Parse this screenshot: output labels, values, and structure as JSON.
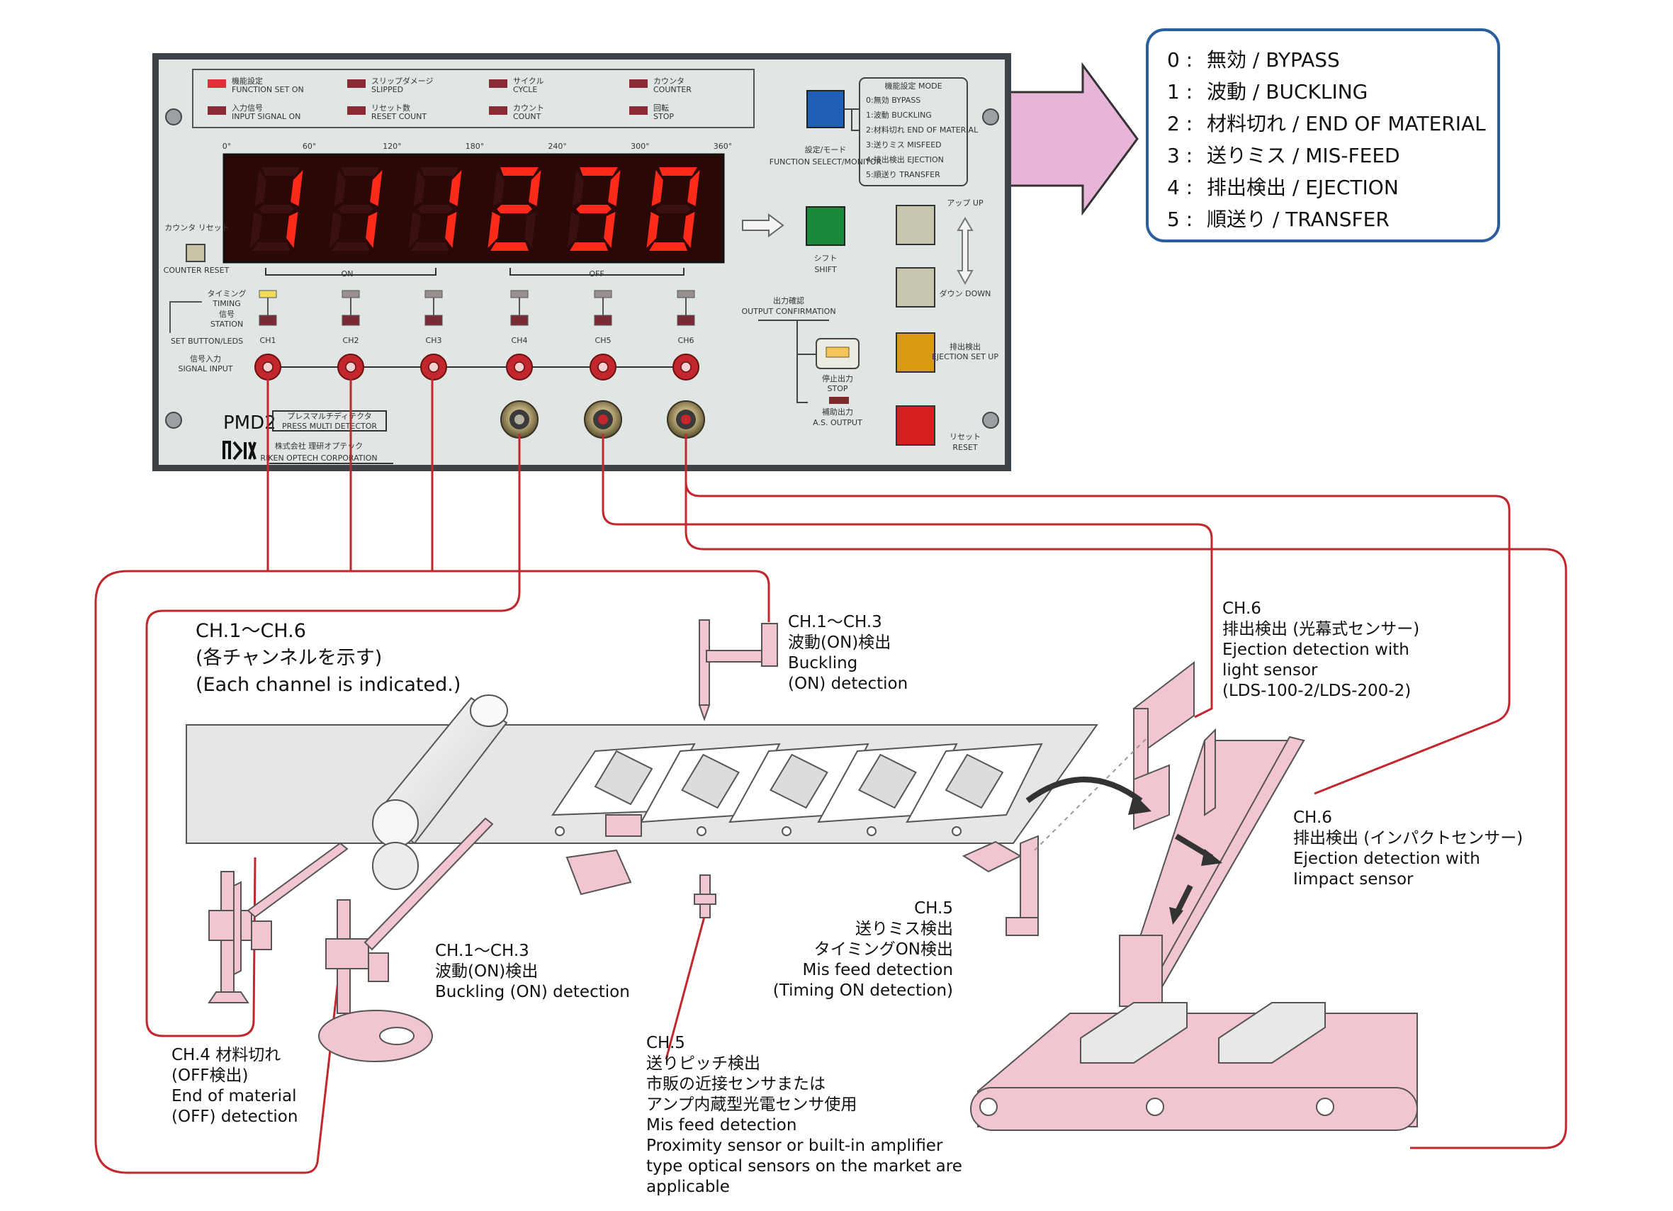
{
  "device": {
    "model": "PMD2",
    "model_subtitle_jp": "プレスマルチディテクタ",
    "model_subtitle_en": "PRESS MULTI DETECTOR",
    "maker_jp": "株式会社 理研オプテック",
    "maker_en": "RIKEN OPTECH CORPORATION",
    "display_digits": [
      "1",
      "1",
      "1",
      "2",
      "3",
      "0"
    ],
    "angle_ticks": [
      "0°",
      "60°",
      "120°",
      "180°",
      "240°",
      "300°",
      "360°"
    ],
    "on_label": "ON",
    "off_label": "OFF",
    "counter_reset_jp": "カウンタ リセット",
    "counter_reset_en": "COUNTER RESET",
    "timing_jp": "タイミング",
    "timing_en": "TIMING",
    "station_jp": "信号",
    "station_en": "STATION",
    "set_btn_label": "SET BUTTON/LEDS",
    "signal_input_jp": "信号入力",
    "signal_input_en": "SIGNAL INPUT",
    "channel_labels": [
      "CH1",
      "CH2",
      "CH3",
      "CH4",
      "CH5",
      "CH6"
    ],
    "indicators": [
      {
        "jp": "機能設定",
        "en": "FUNCTION SET ON"
      },
      {
        "jp": "入力信号",
        "en": "INPUT SIGNAL ON"
      },
      {
        "jp": "スリップダメージ",
        "en": "SLIPPED"
      },
      {
        "jp": "リセット数",
        "en": "RESET COUNT"
      },
      {
        "jp": "サイクル",
        "en": "CYCLE"
      },
      {
        "jp": "カウント",
        "en": "COUNT"
      },
      {
        "jp": "カウンタ",
        "en": "COUNTER"
      },
      {
        "jp": "回転",
        "en": "STOP"
      }
    ],
    "mode_box_title": "機能設定 MODE",
    "mode_box_lines": [
      "0:無効 BYPASS",
      "1:波動 BUCKLING",
      "2:材料切れ END OF MATERIAL",
      "3:送りミス MISFEED",
      "4:排出検出 EJECTION",
      "5:順送り TRANSFER"
    ],
    "function_select_jp": "設定/モード",
    "function_select_en": "FUNCTION SELECT/MONITOR",
    "shift_jp": "シフト",
    "shift_en": "SHIFT",
    "up_label": "アップ UP",
    "down_label": "ダウン DOWN",
    "output_confirm_jp": "出力確認",
    "output_confirm_en": "OUTPUT CONFIRMATION",
    "stop_jp": "停止出力",
    "stop_en": "STOP",
    "aux_output_jp": "補助出力",
    "aux_output_en": "A.S. OUTPUT",
    "ejection_setup_jp": "排出検出",
    "ejection_setup_en": "EJECTION SET UP",
    "reset_jp": "リセット",
    "reset_en": "RESET"
  },
  "legend": [
    {
      "num": "0 :",
      "text": "無効 / BYPASS"
    },
    {
      "num": "1 :",
      "text": "波動 / BUCKLING"
    },
    {
      "num": "2 :",
      "text": "材料切れ / END OF MATERIAL"
    },
    {
      "num": "3 :",
      "text": "送りミス / MIS-FEED"
    },
    {
      "num": "4 :",
      "text": "排出検出 / EJECTION"
    },
    {
      "num": "5 :",
      "text": "順送り / TRANSFER"
    }
  ],
  "callouts": {
    "all_channels": [
      "CH.1〜CH.6",
      "(各チャンネルを示す)",
      "(Each channel is indicated.)"
    ],
    "buckling_top": [
      "CH.1〜CH.3",
      "波動(ON)検出",
      "Buckling",
      "(ON) detection"
    ],
    "ch6_light": [
      "CH.6",
      "排出検出 (光幕式センサー)",
      "Ejection detection with",
      "light sensor",
      "(LDS-100-2/LDS-200-2)"
    ],
    "ch6_impact": [
      "CH.6",
      "排出検出 (インパクトセンサー)",
      "Ejection detection with",
      "Iimpact sensor"
    ],
    "ch5_timing": [
      "CH.5",
      "送りミス検出",
      "タイミングON検出",
      "Mis feed detection",
      "(Timing ON detection)"
    ],
    "buckling_bottom": [
      "CH.1〜CH.3",
      " 波動(ON)検出",
      "Buckling (ON) detection"
    ],
    "ch4": [
      "CH.4 材料切れ",
      "(OFF検出)",
      "End of material",
      "(OFF) detection"
    ],
    "ch5_pitch": [
      "CH.5",
      "送りピッチ検出",
      "市販の近接センサまたは",
      "アンプ内蔵型光電センサ使用",
      "Mis feed detection",
      "Proximity sensor or built-in amplifier",
      "type optical sensors on the market are",
      "applicable"
    ]
  },
  "colors": {
    "panel": "#dfe6e4",
    "panel_border": "#3a3f44",
    "display_bg": "#2a0808",
    "segment": "#ff2a1a",
    "wire": "#c1272d",
    "legend_border": "#2a5f9e",
    "arrow_fill": "#e8b4d8",
    "pink": "#f2c6d0",
    "strip": "#e6e6e6",
    "blue_btn": "#1e5fb4",
    "green_btn": "#1a8a3a",
    "amber_btn": "#d79a12",
    "red_btn": "#d62020"
  }
}
